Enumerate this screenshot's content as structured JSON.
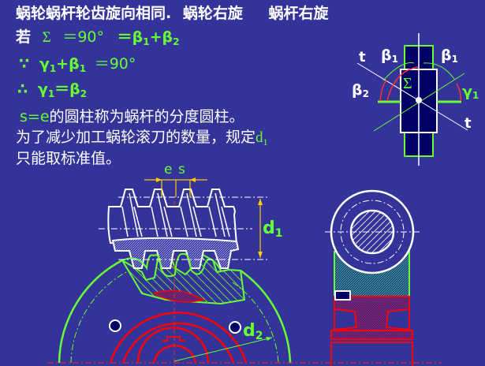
{
  "slide": {
    "background": "#333399",
    "colors": {
      "text": "#ffffff",
      "accent_green": "#66ff33",
      "accent_red": "#ff0000",
      "accent_yellow": "#ffcc00"
    },
    "line1": {
      "text": "蜗轮蜗杆轮齿旋向相同.",
      "worm_wheel_right": "蜗轮右旋",
      "worm_right": "蜗杆右旋"
    },
    "line2": {
      "prefix": "若",
      "sigma": "Σ",
      "eq90": "＝90°",
      "eq": "＝β",
      "s1": "1",
      "plus": "+β",
      "s2": "2"
    },
    "line3": {
      "because": "∵",
      "gamma": "γ",
      "s1": "1",
      "plus_beta": "+β",
      "s2": "1",
      "eq90": "＝90°"
    },
    "line4": {
      "therefore": "∴",
      "gamma": "γ",
      "s1": "1",
      "eq": "＝β",
      "s2": "2"
    },
    "line5": {
      "se": "s=e",
      "rest": "的圆柱称为蜗杆的分度圆柱。"
    },
    "line6": {
      "text": "为了减少加工蜗轮滚刀的数量，规定",
      "d": "d",
      "sub": "1"
    },
    "line7": {
      "text": "只能取标准值。"
    }
  },
  "angle_diagram": {
    "t_left": "t",
    "t_right": "t",
    "beta1_left": "β",
    "beta1_left_sub": "1",
    "beta1_right": "β",
    "beta1_right_sub": "1",
    "beta2": "β",
    "beta2_sub": "2",
    "sigma": "Σ",
    "gamma1": "γ",
    "gamma1_sub": "1"
  },
  "worm_diagram": {
    "e_label": "e",
    "s_label": "s",
    "d1": "d",
    "d1_sub": "1",
    "d2": "d",
    "d2_sub": "2"
  }
}
